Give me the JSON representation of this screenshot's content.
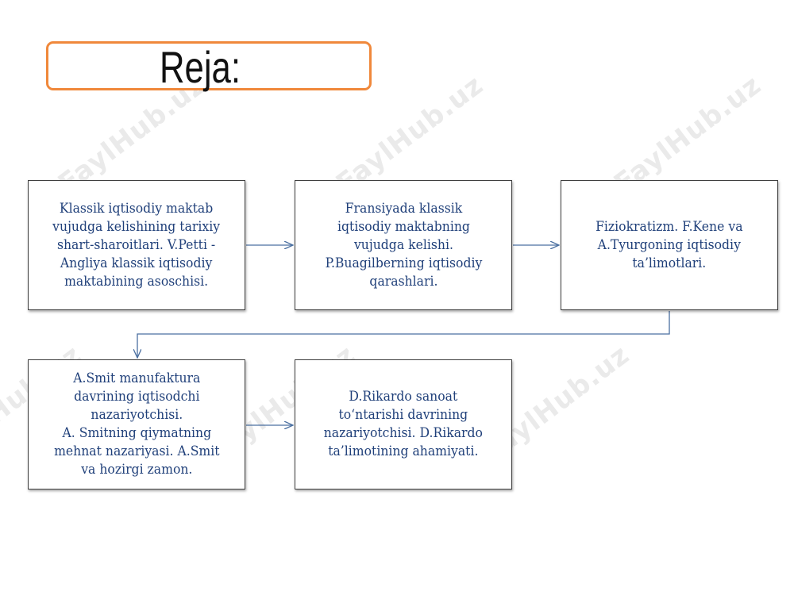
{
  "title": "Reja:",
  "watermark": "FaylHub.uz",
  "colors": {
    "title_border": "#f0883b",
    "node_text": "#20407a",
    "connector": "#4a6fa0",
    "node_border": "#3f3f3f"
  },
  "nodes": [
    {
      "text": "Klassik iqtisodiy maktab\nvujudga kelishining tarixiy\nshart-sharoitlari. V.Petti -\nAngliya klassik iqtisodiy\nmaktabining asoschisi."
    },
    {
      "text": "Fransiyada klassik\niqtisodiy maktabning\nvujudga kelishi.\nP.Buagilberning iqtisodiy\nqarashlari."
    },
    {
      "text": "Fiziokratizm. F.Kene va\nA.Tyurgoning iqtisodiy\nta’limotlari."
    },
    {
      "text": "A.Smit manufaktura\ndavrining iqtisodchi\nnazariyotchisi.\nA. Smitning qiymatning\nmehnat nazariyasi. A.Smit\nva hozirgi zamon."
    },
    {
      "text": "D.Rikardo sanoat\nto‘ntarishi davrining\nnazariyotchisi. D.Rikardo\nta’limotining ahamiyati."
    }
  ]
}
